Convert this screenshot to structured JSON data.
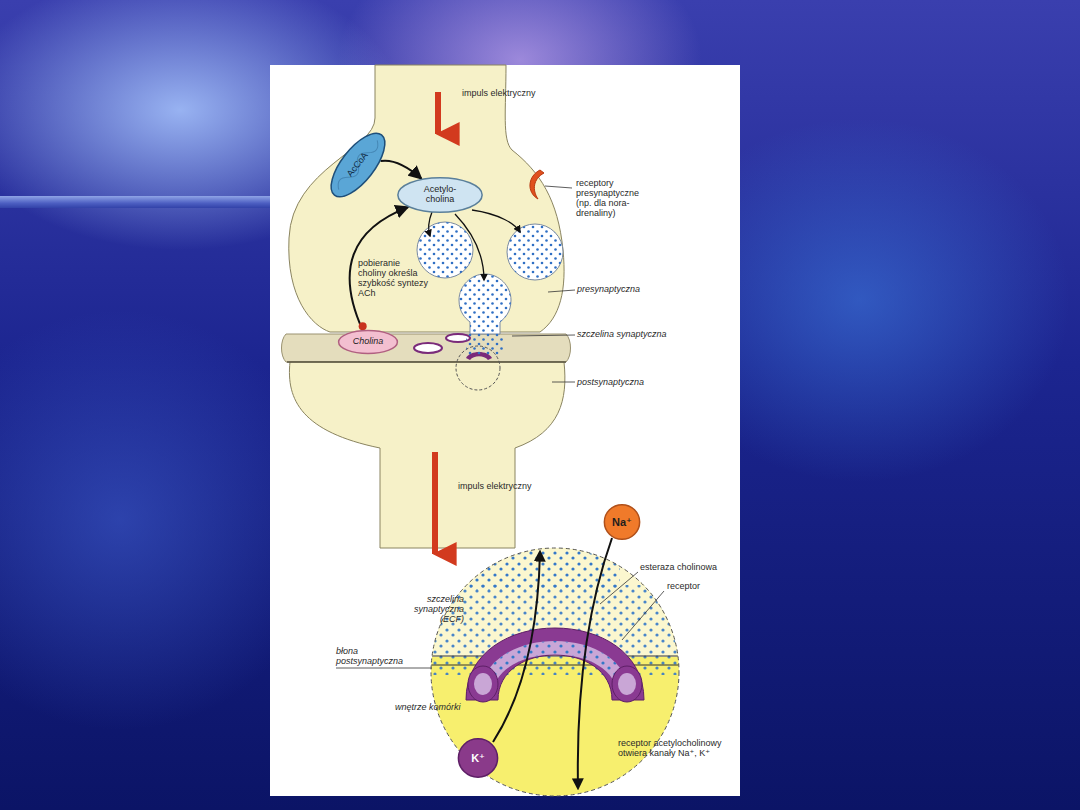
{
  "diagram": {
    "nodes": [
      {
        "text": [
          "AcCoA"
        ]
      },
      {
        "text": [
          "Acetylo- cholina"
        ]
      },
      {
        "text": [
          "Cholina"
        ]
      },
      {
        "text": [
          "Na⁺"
        ]
      },
      {
        "text": [
          "K⁺"
        ]
      }
    ],
    "edges": [
      {
        "from": 0,
        "to": 1,
        "arrow": "to"
      },
      {
        "from": 2,
        "to": 1,
        "arrow": "to"
      }
    ],
    "labels": [
      "impuls elektryczny",
      "receptory presynaptyczne (np. dla nora- drenaliny)",
      "pobieranie choliny określa szybkość syntezy ACh",
      "presynaptyczna",
      "szczelina synaptyczna",
      "postsynaptyczna",
      "impuls elektryczny",
      "esteraza cholinowa",
      "receptor",
      "szczelina synaptyczna (ECF)",
      "błona postsynaptyczna",
      "wnętrze komórki",
      "receptor acetylocholinowy otwiera kanały Na⁺, K⁺"
    ]
  }
}
